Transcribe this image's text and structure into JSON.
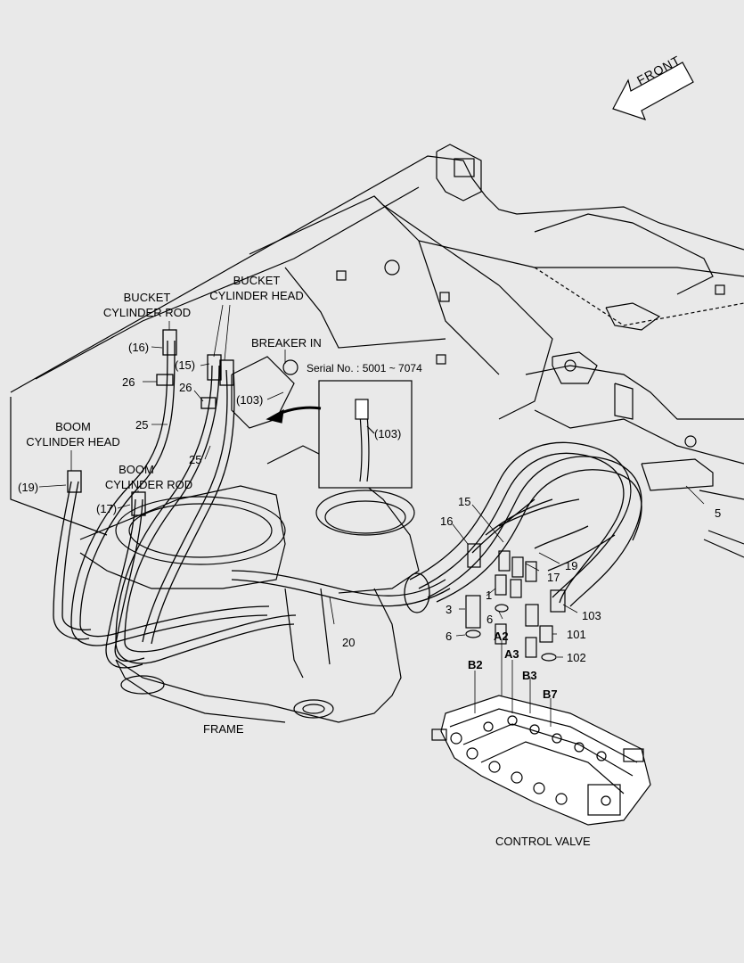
{
  "front_arrow": {
    "label": "FRONT"
  },
  "callouts": {
    "bucket_cyl_rod_l1": "BUCKET",
    "bucket_cyl_rod_l2": "CYLINDER ROD",
    "bucket_cyl_head_l1": "BUCKET",
    "bucket_cyl_head_l2": "CYLINDER HEAD",
    "boom_cyl_head_l1": "BOOM",
    "boom_cyl_head_l2": "CYLINDER HEAD",
    "boom_cyl_rod_l1": "BOOM",
    "boom_cyl_rod_l2": "CYLINDER ROD",
    "breaker_in": "BREAKER IN",
    "frame": "FRAME",
    "control_valve": "CONTROL VALVE"
  },
  "inset": {
    "serial": "Serial No. : 5001 ~ 7074",
    "part": "(103)"
  },
  "part_numbers": {
    "p16_left": "(16)",
    "p15_left": "(15)",
    "p26_a": "26",
    "p26_b": "26",
    "p103_left": "(103)",
    "p25_a": "25",
    "p25_b": "25",
    "p19_left": "(19)",
    "p17_left": "(17)",
    "p20": "20",
    "p5": "5",
    "p15": "15",
    "p16": "16",
    "p17": "17",
    "p19": "19",
    "p1": "1",
    "p3": "3",
    "p6_a": "6",
    "p6_b": "6",
    "p103": "103",
    "p101": "101",
    "p102": "102"
  },
  "port_labels": {
    "b2": "B2",
    "a2": "A2",
    "a3": "A3",
    "b3": "B3",
    "b7": "B7"
  }
}
